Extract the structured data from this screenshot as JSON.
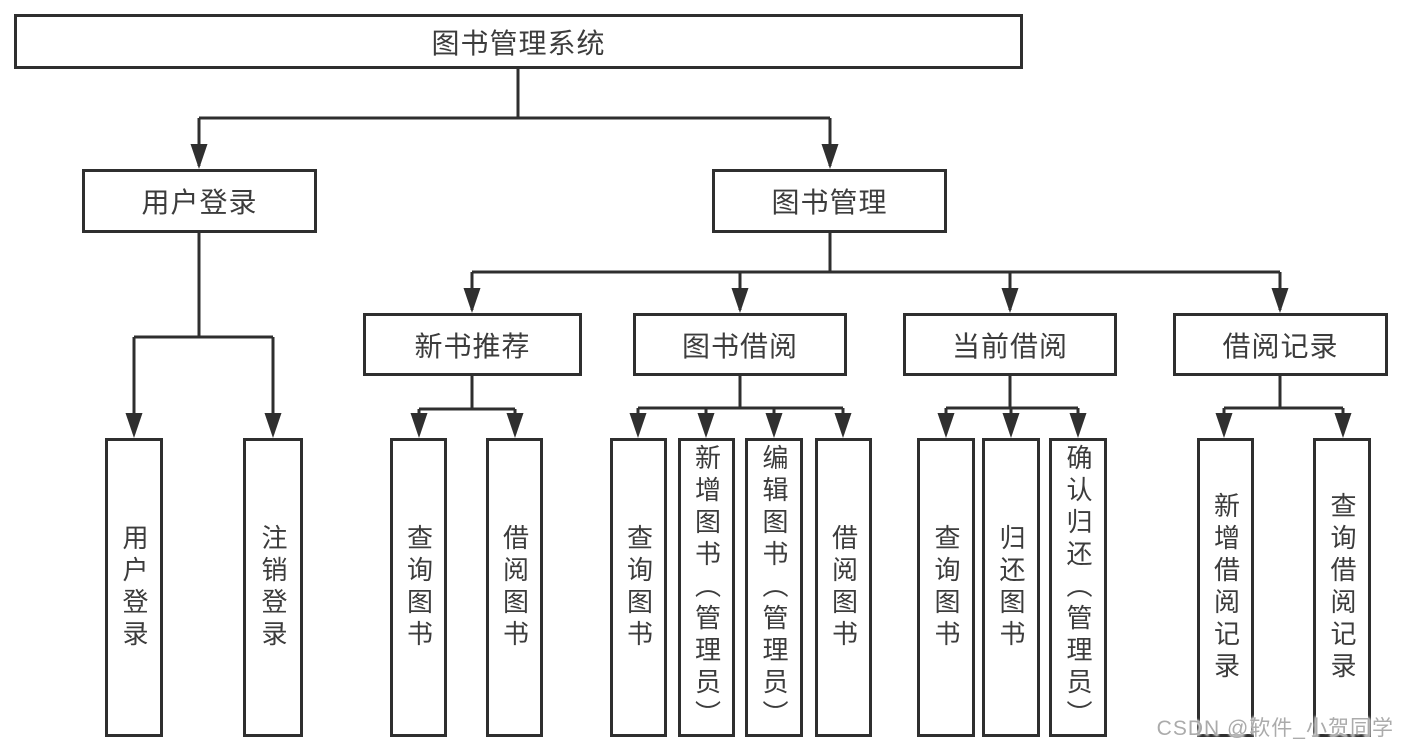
{
  "diagram": {
    "title": "图书管理系统",
    "branches": [
      {
        "label": "用户登录",
        "children": [
          {
            "label": "用户登录"
          },
          {
            "label": "注销登录"
          }
        ]
      },
      {
        "label": "图书管理",
        "children": [
          {
            "label": "新书推荐",
            "children": [
              {
                "label": "查询图书"
              },
              {
                "label": "借阅图书"
              }
            ]
          },
          {
            "label": "图书借阅",
            "children": [
              {
                "label": "查询图书"
              },
              {
                "label": "新增图书（管理员）"
              },
              {
                "label": "编辑图书（管理员）"
              },
              {
                "label": "借阅图书"
              }
            ]
          },
          {
            "label": "当前借阅",
            "children": [
              {
                "label": "查询图书"
              },
              {
                "label": "归还图书"
              },
              {
                "label": "确认归还（管理员）"
              }
            ]
          },
          {
            "label": "借阅记录",
            "children": [
              {
                "label": "新增借阅记录"
              },
              {
                "label": "查询借阅记录"
              }
            ]
          }
        ]
      }
    ]
  },
  "watermark": {
    "text": "CSDN @软件_小贺同学"
  },
  "colors": {
    "line": "#2f2f2f",
    "box_border": "#2f2f2f",
    "text": "#3c3c3c",
    "watermark": "#ababab",
    "background": "#ffffff"
  }
}
